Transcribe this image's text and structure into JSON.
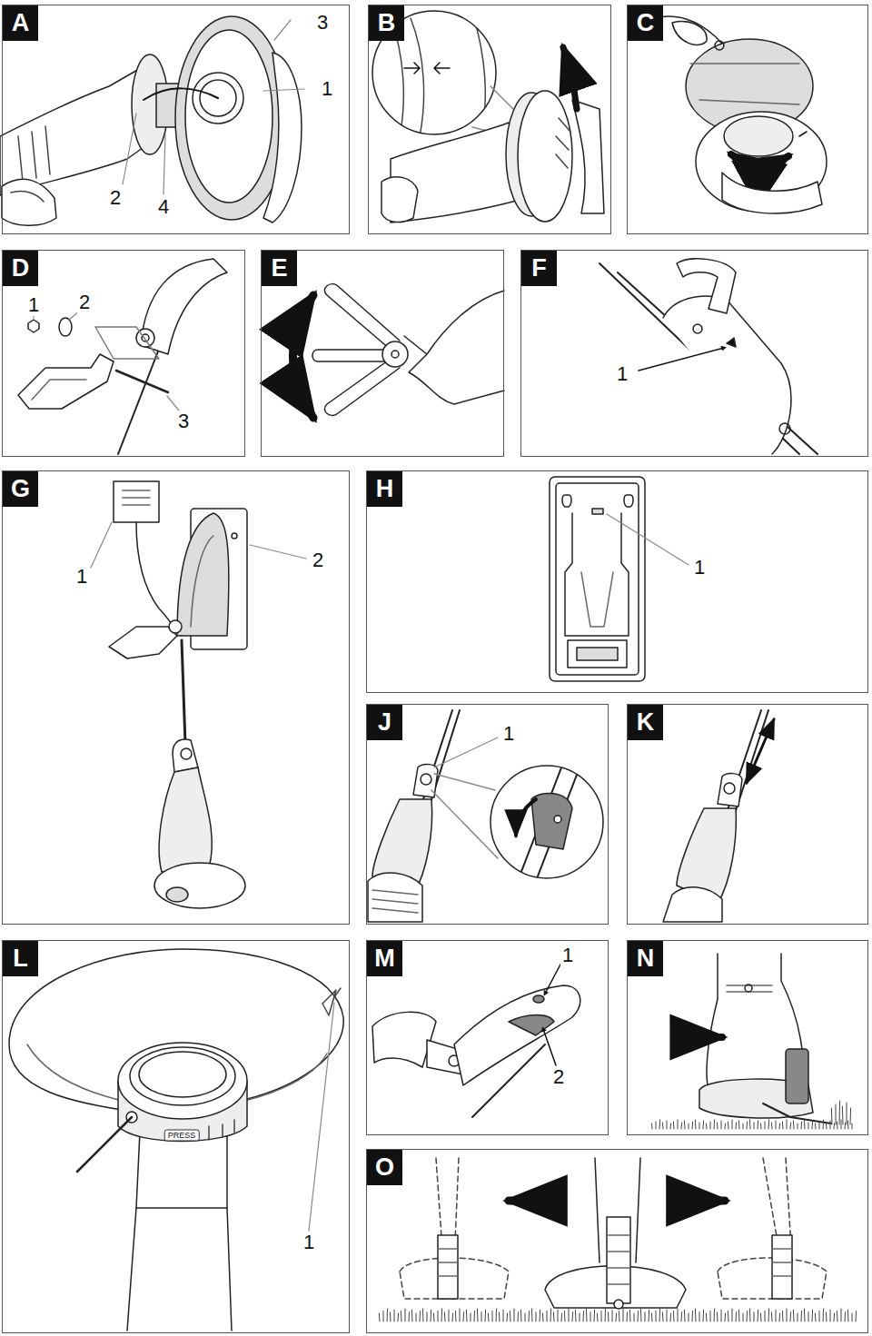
{
  "diagram": {
    "nodes": [
      {
        "text": [
          "A"
        ]
      },
      {
        "text": [
          "B"
        ]
      },
      {
        "text": [
          "C"
        ]
      },
      {
        "text": [
          "D"
        ]
      },
      {
        "text": [
          "E"
        ]
      },
      {
        "text": [
          "F"
        ]
      },
      {
        "text": [
          "G"
        ]
      },
      {
        "text": [
          "H"
        ]
      },
      {
        "text": [
          "J"
        ]
      },
      {
        "text": [
          "K"
        ]
      },
      {
        "text": [
          "L"
        ]
      },
      {
        "text": [
          "M"
        ]
      },
      {
        "text": [
          "N"
        ]
      },
      {
        "text": [
          "O"
        ]
      }
    ],
    "labels": [
      "3",
      "1",
      "2",
      "4",
      "1",
      "2",
      "3",
      "1",
      "1",
      "2",
      "1",
      "1",
      "PRESS",
      "1",
      "1",
      "2"
    ]
  }
}
